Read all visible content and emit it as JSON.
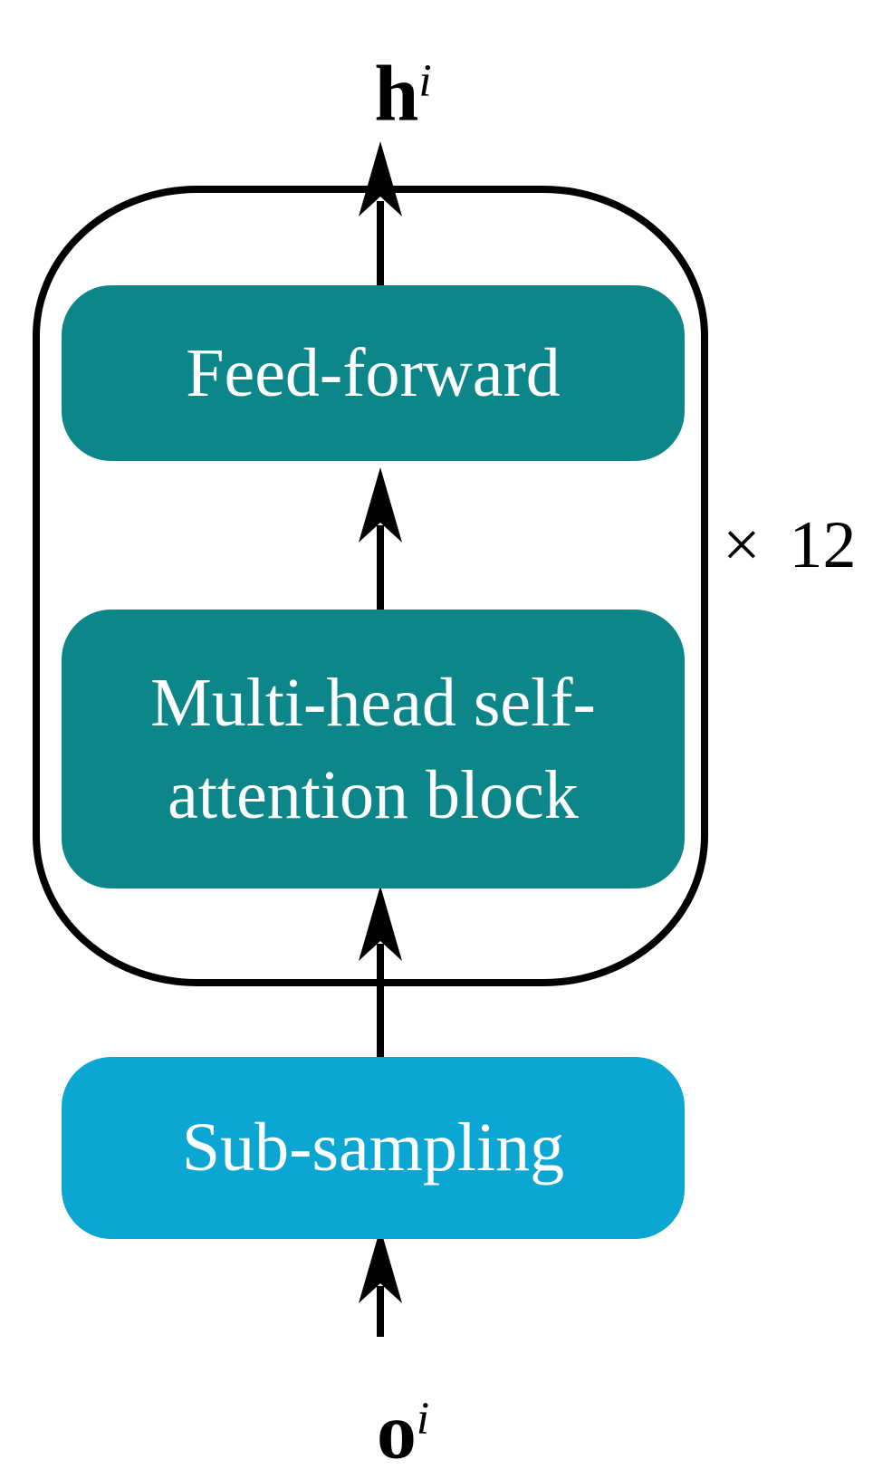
{
  "colors": {
    "teal": "#0d8689",
    "cyan": "#0ca6d3",
    "line": "#000000",
    "block_text": "#ffffff",
    "label_text": "#000000",
    "background": "#ffffff"
  },
  "labels": {
    "output": {
      "base": "h",
      "sup": "i"
    },
    "input": {
      "base": "o",
      "sup": "i"
    },
    "repeat": "× 12"
  },
  "blocks": {
    "feed_forward": {
      "label": "Feed-forward"
    },
    "attention": {
      "line1": "Multi-head self-",
      "line2": "attention block"
    },
    "subsampling": {
      "label": "Sub-sampling"
    }
  }
}
